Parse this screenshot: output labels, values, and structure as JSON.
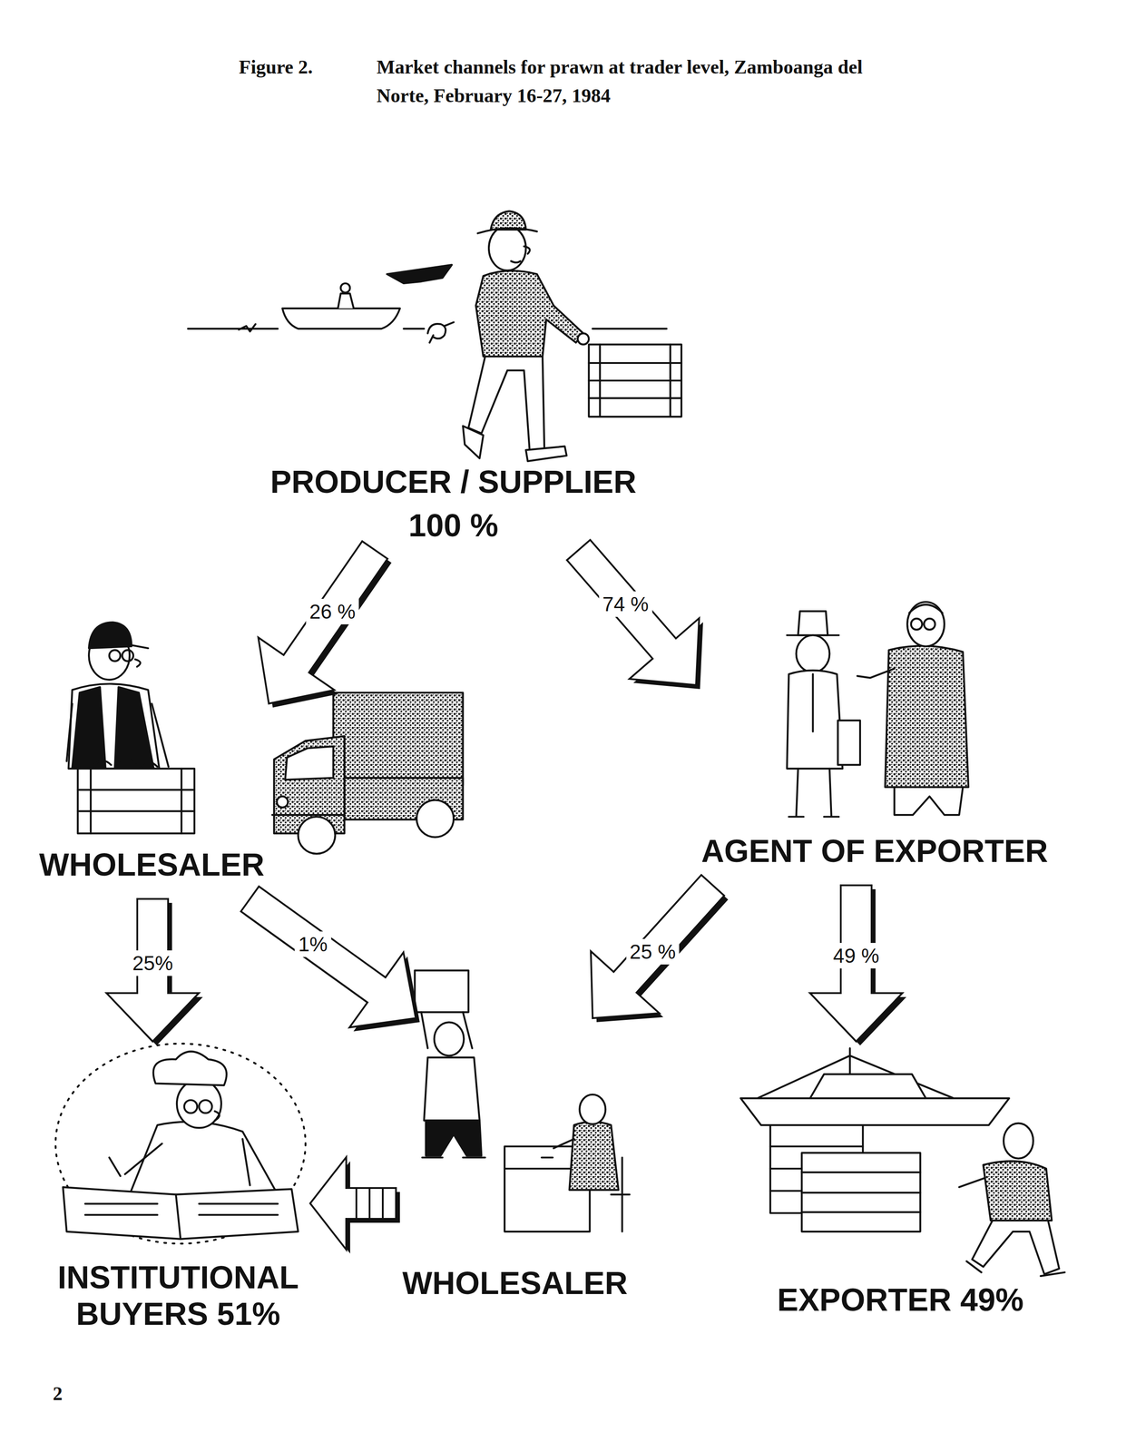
{
  "diagram": {
    "title": "Market channels for prawn at trader level, Zamboanga del Norte, February 16-27, 1984",
    "nodes": [
      {
        "text": [
          "PRODUCER / SUPPLIER",
          "100 %"
        ]
      },
      {
        "text": [
          "WHOLESALER"
        ]
      },
      {
        "text": [
          "AGENT OF EXPORTER"
        ]
      },
      {
        "text": [
          "INSTITUTIONAL BUYERS 51%"
        ]
      },
      {
        "text": [
          "WHOLESALER"
        ]
      },
      {
        "text": [
          "EXPORTER 49%"
        ]
      }
    ],
    "edges": [
      {
        "from": 0,
        "to": 1,
        "label": "26 %",
        "arrow": "to"
      },
      {
        "from": 0,
        "to": 2,
        "label": "74 %",
        "arrow": "to"
      },
      {
        "from": 1,
        "to": 3,
        "label": "25%",
        "arrow": "to"
      },
      {
        "from": 1,
        "to": 4,
        "label": "1%",
        "arrow": "to"
      },
      {
        "from": 2,
        "to": 4,
        "label": "25 %",
        "arrow": "to"
      },
      {
        "from": 2,
        "to": 5,
        "label": "49 %",
        "arrow": "to"
      },
      {
        "from": 4,
        "to": 3,
        "arrow": "to"
      }
    ],
    "labels": [
      "Figure 2.",
      "2"
    ]
  }
}
